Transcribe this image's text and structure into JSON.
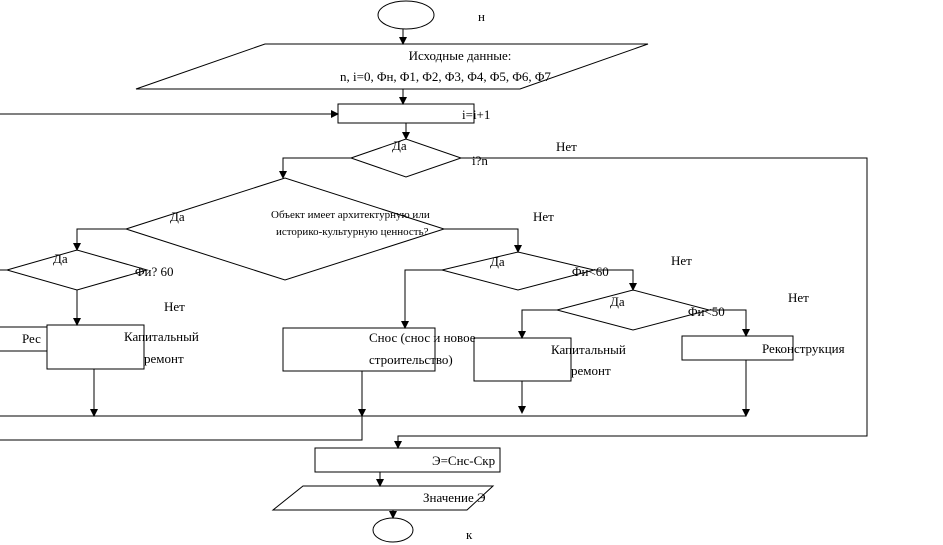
{
  "start_label": "н",
  "end_label": "к",
  "input": {
    "title": "Исходные данные:",
    "params": "n, i=0, Φн, Φ1, Φ2, Φ3, Φ4, Φ5, Φ6, Φ7"
  },
  "increment": "i=i+1",
  "loop_check": {
    "condition": "i?n",
    "yes": "Да",
    "no": "Нет"
  },
  "heritage_check": {
    "line1": "Объект имеет архитектурную или",
    "line2": "историко-культурную ценность?",
    "yes": "Да",
    "no": "Нет"
  },
  "wear_check_60_left": {
    "condition": "Φи? 60",
    "yes": "Да",
    "no": "Нет"
  },
  "wear_check_60_right": {
    "condition": "Φи<60",
    "yes": "Да",
    "no": "Нет"
  },
  "wear_check_50": {
    "condition": "Φи<50",
    "yes": "Да",
    "no": "Нет"
  },
  "actions": {
    "restoration_partial": "Рес",
    "capital_repair_left": {
      "line1": "Капитальный",
      "line2": "ремонт"
    },
    "demolition": {
      "line1": "Снос (снос и новое",
      "line2": "строительство)"
    },
    "capital_repair_right": {
      "line1": "Капитальный",
      "line2": "ремонт"
    },
    "reconstruction": "Реконструкция"
  },
  "effect_formula": "Э=Снс-Скр",
  "output": "Значение Э"
}
